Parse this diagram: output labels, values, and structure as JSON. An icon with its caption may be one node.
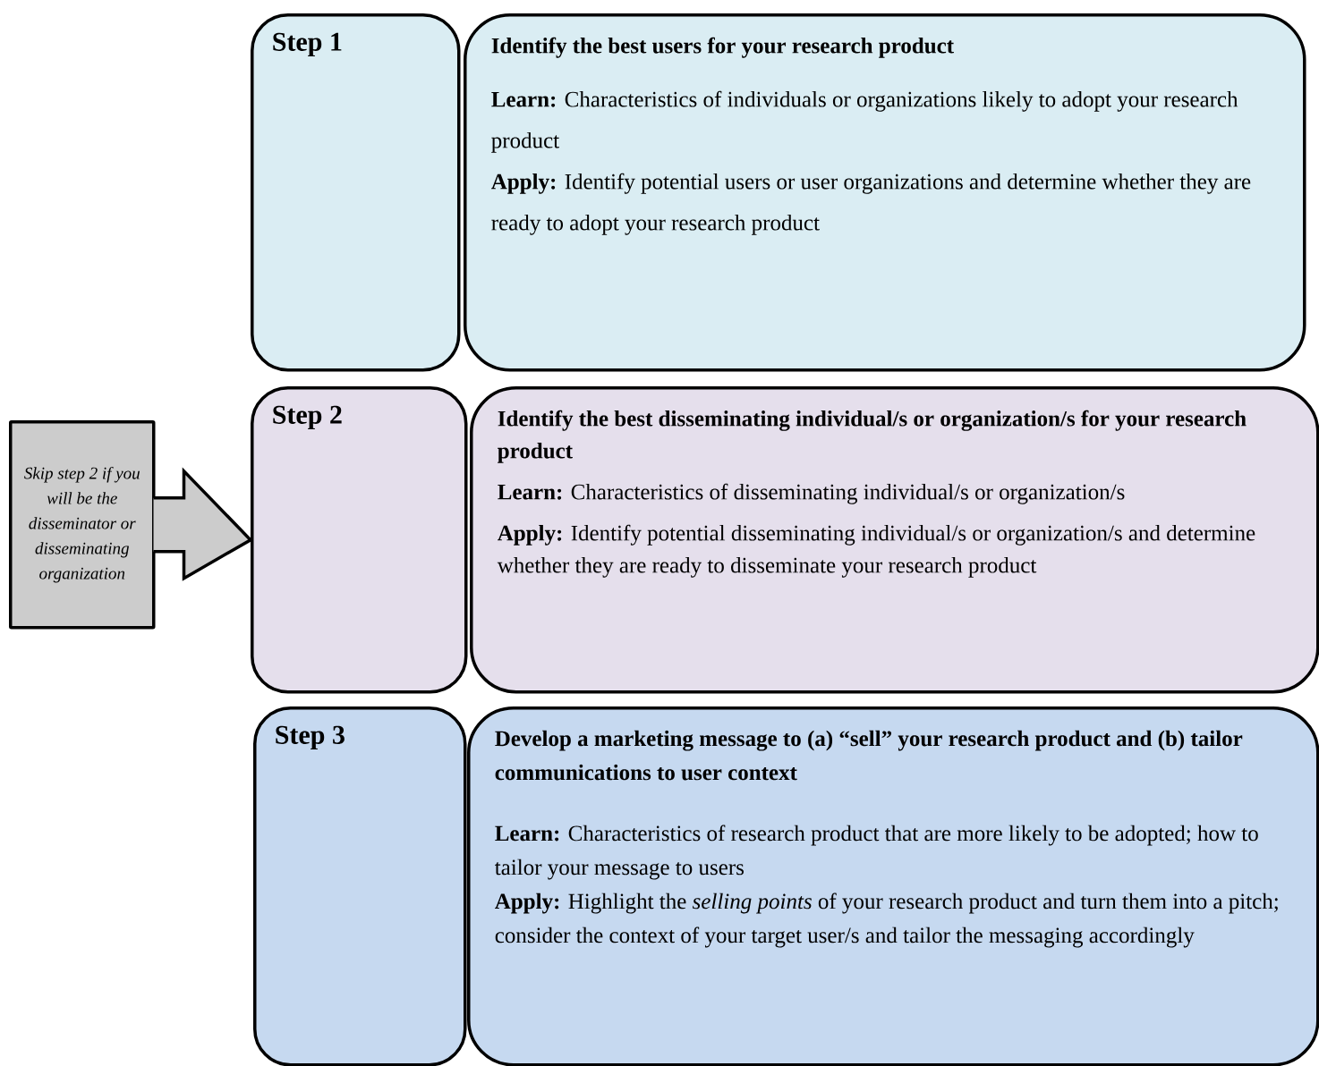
{
  "diagram": {
    "nodes": [
      {
        "text": [
          "Skip step 2 if you will be the disseminator or disseminating organization"
        ]
      },
      {
        "text": [
          "Step 1"
        ]
      },
      {
        "text": [
          "Identify the best users for your research product",
          "**Learn:** Characteristics of individuals or organizations likely to adopt your research product",
          "**Apply:** Identify potential users or user organizations and determine whether they are ready to adopt your research product"
        ]
      },
      {
        "text": [
          "Step 2"
        ]
      },
      {
        "text": [
          "Identify the best disseminating individual/s or organization/s for your research product",
          "**Learn:** Characteristics of disseminating individual/s or organization/s",
          "**Apply:** Identify potential disseminating individual/s or organization/s and determine whether they are ready to disseminate your research product"
        ]
      },
      {
        "text": [
          "Step 3"
        ]
      },
      {
        "text": [
          "Develop a marketing message to (a) “sell” your research product and (b) tailor communications to user context",
          "**Learn:** Characteristics of research product that are more likely to be adopted; how to tailor your message to users",
          "**Apply:** Highlight the *selling points* of your research product and turn them into a pitch; consider the context of your target user/s and tailor the messaging accordingly"
        ]
      }
    ],
    "edges": [
      {
        "from": 0,
        "to": 3,
        "arrow": "to"
      }
    ]
  }
}
